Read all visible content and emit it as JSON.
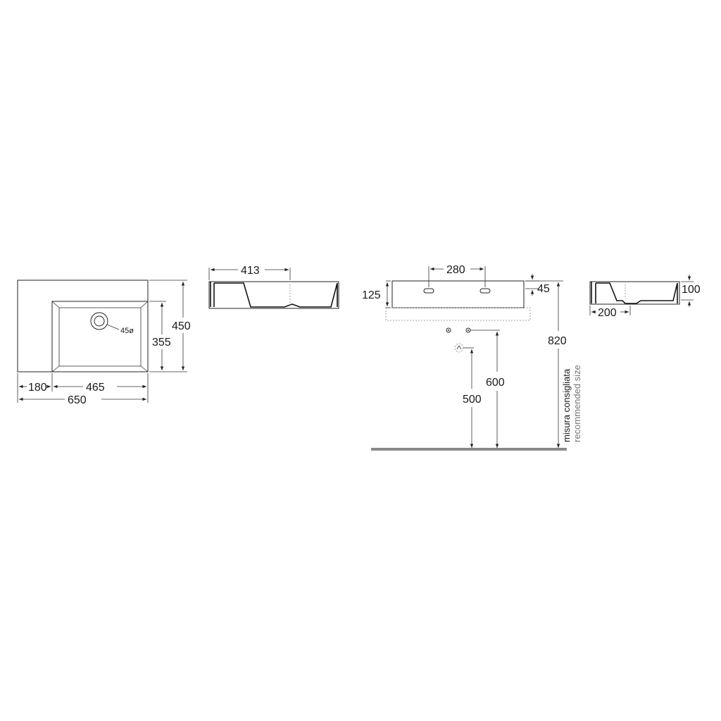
{
  "plan_view": {
    "overall_width": "650",
    "overall_depth": "450",
    "basin_width": "465",
    "basin_depth": "355",
    "left_offset": "180",
    "drain": "45ø"
  },
  "front_section": {
    "basin_length": "413"
  },
  "elevation": {
    "height": "125",
    "tap_spacing": "280",
    "tap_offset": "45",
    "supply_height": "600",
    "waste_height": "500",
    "recommended_height": "820",
    "note_it": "misura consigliata",
    "note_en": "recommended size"
  },
  "side_section": {
    "depth": "100",
    "width": "200"
  }
}
